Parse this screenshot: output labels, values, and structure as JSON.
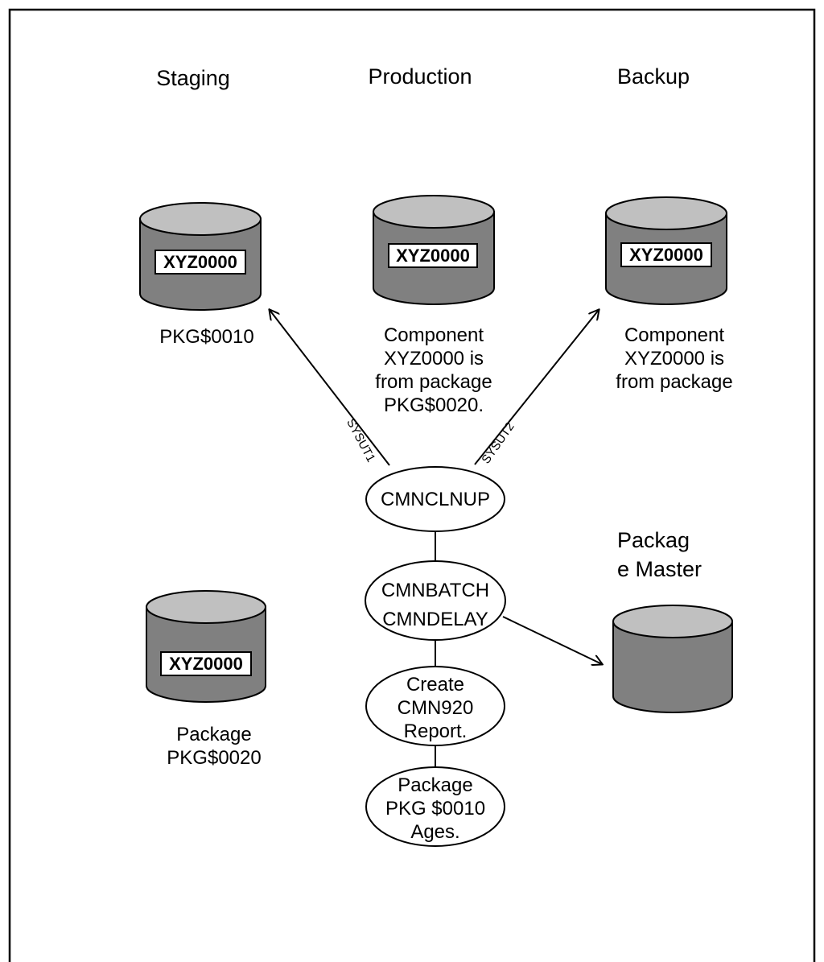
{
  "columns": {
    "staging": "Staging",
    "production": "Production",
    "backup": "Backup"
  },
  "cylinders": {
    "staging_top": {
      "badge": "XYZ0000",
      "caption": [
        "PKG$0010"
      ]
    },
    "production": {
      "badge": "XYZ0000",
      "caption": [
        "Component",
        "XYZ0000 is",
        "from package",
        "PKG$0020."
      ]
    },
    "backup": {
      "badge": "XYZ0000",
      "caption": [
        "Component",
        "XYZ0000 is",
        "from package"
      ]
    },
    "staging_bottom": {
      "badge": "XYZ0000",
      "caption": [
        "Package",
        "PKG$0020"
      ]
    },
    "package_master": {
      "title": [
        "Packag",
        "e Master"
      ]
    }
  },
  "arrows": {
    "sysut1": "SYSUT1",
    "sysut2": "SYSUT2"
  },
  "steps": {
    "cleanup": [
      "CMNCLNUP"
    ],
    "batch": [
      "CMNBATCH",
      "CMNDELAY"
    ],
    "report": [
      "Create",
      "CMN920",
      "Report."
    ],
    "ages": [
      "Package",
      "PKG $0010",
      "Ages."
    ]
  },
  "colors": {
    "cylinder_body": "#808080",
    "cylinder_top": "#c0c0c0",
    "stroke": "#000000"
  }
}
